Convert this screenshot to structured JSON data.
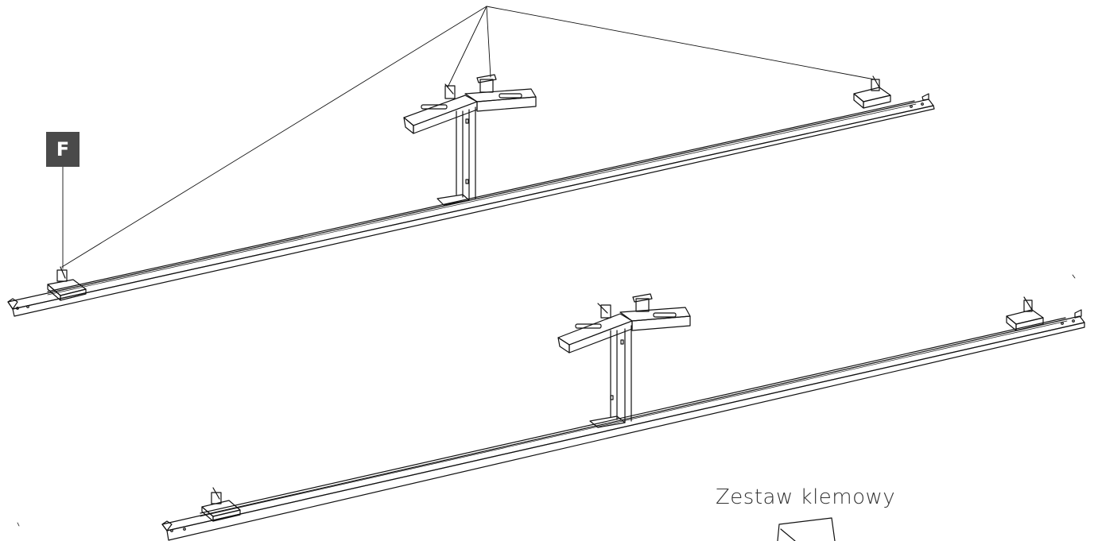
{
  "callout": {
    "letter": "F",
    "badge_color": "#4a4a4a"
  },
  "kit_label": "Zestaw klemowy",
  "line_color": "#111111",
  "rail_assemblies": [
    {
      "name": "upper-assembly",
      "clamps": 4,
      "bracket": "T-bracket"
    },
    {
      "name": "lower-assembly",
      "clamps": 4,
      "bracket": "T-bracket"
    }
  ]
}
